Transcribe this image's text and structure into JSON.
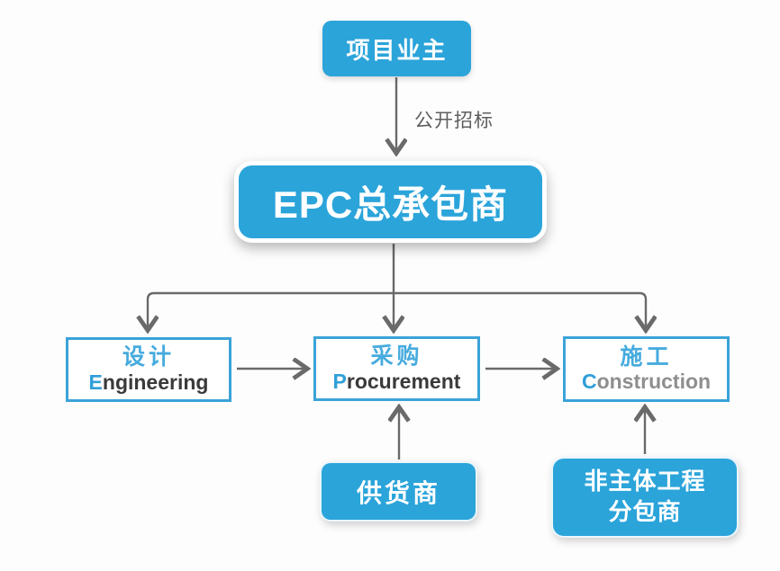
{
  "colors": {
    "node_blue": "#2ba4da",
    "phase_border_blue": "#3ba3d8",
    "phase_title_blue": "#46abde",
    "initial_blue": "#2f9fd8",
    "english_dark": "#3a3a3a",
    "english_gray": "#8e8e8e",
    "arrow_gray": "#6a6a6a",
    "edge_label_gray": "#5e5e5e"
  },
  "nodes": {
    "owner": {
      "label": "项目业主"
    },
    "epc": {
      "label": "EPC总承包商"
    },
    "engineering": {
      "title_zh": "设计",
      "en_initial": "E",
      "en_rest": "ngineering"
    },
    "procurement": {
      "title_zh": "采购",
      "en_initial": "P",
      "en_rest": "rocurement"
    },
    "construction": {
      "title_zh": "施工",
      "en_initial": "C",
      "en_rest": "onstruction"
    },
    "supplier": {
      "label": "供货商"
    },
    "subcontractor": {
      "label_line1": "非主体工程",
      "label_line2": "分包商"
    }
  },
  "edges": {
    "bidding_label": "公开招标"
  }
}
